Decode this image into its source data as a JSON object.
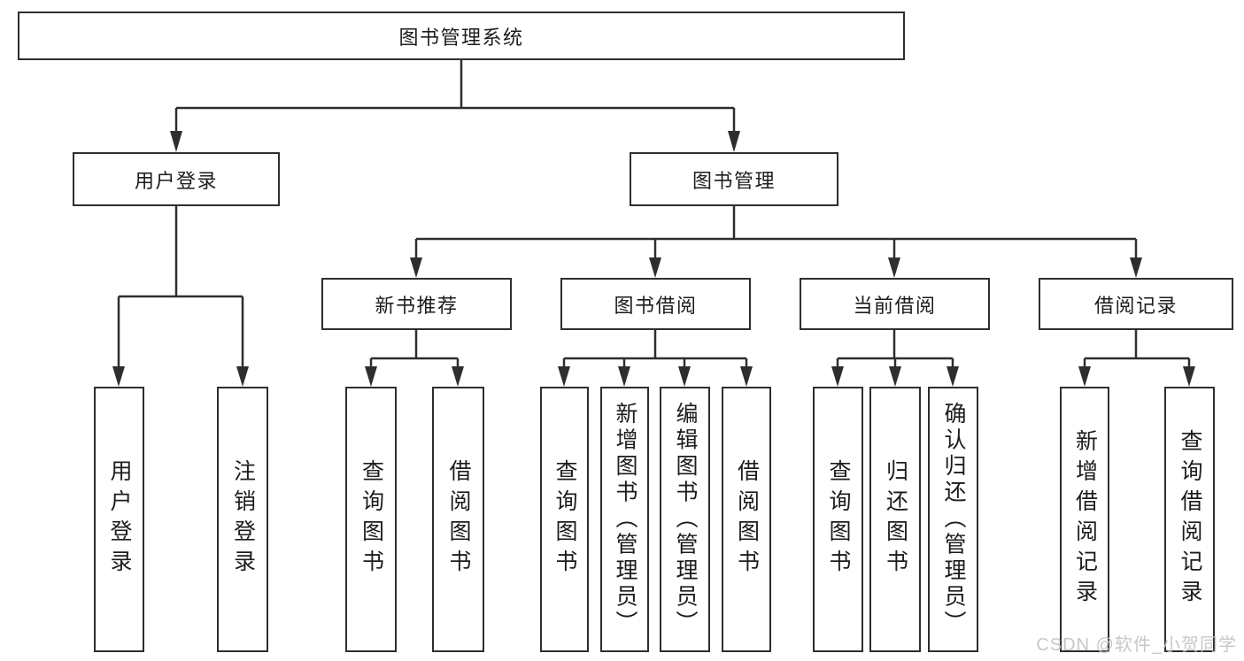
{
  "diagram": {
    "line_color": "#2e2e2e",
    "root": {
      "label": "图书管理系统"
    },
    "level2": [
      {
        "label": "用户登录",
        "children": [
          {
            "label": "用户登录"
          },
          {
            "label": "注销登录"
          }
        ]
      },
      {
        "label": "图书管理",
        "children": [
          {
            "label": "新书推荐",
            "children": [
              {
                "label": "查询图书"
              },
              {
                "label": "借阅图书"
              }
            ]
          },
          {
            "label": "图书借阅",
            "children": [
              {
                "label": "查询图书"
              },
              {
                "label": "新增图书（管理员）"
              },
              {
                "label": "编辑图书（管理员）"
              },
              {
                "label": "借阅图书"
              }
            ]
          },
          {
            "label": "当前借阅",
            "children": [
              {
                "label": "查询图书"
              },
              {
                "label": "归还图书"
              },
              {
                "label": "确认归还（管理员）"
              }
            ]
          },
          {
            "label": "借阅记录",
            "children": [
              {
                "label": "新增借阅记录"
              },
              {
                "label": "查询借阅记录"
              }
            ]
          }
        ]
      }
    ]
  },
  "watermark": {
    "text": "CSDN @软件_小贺同学",
    "color": "#c3c3c3"
  }
}
